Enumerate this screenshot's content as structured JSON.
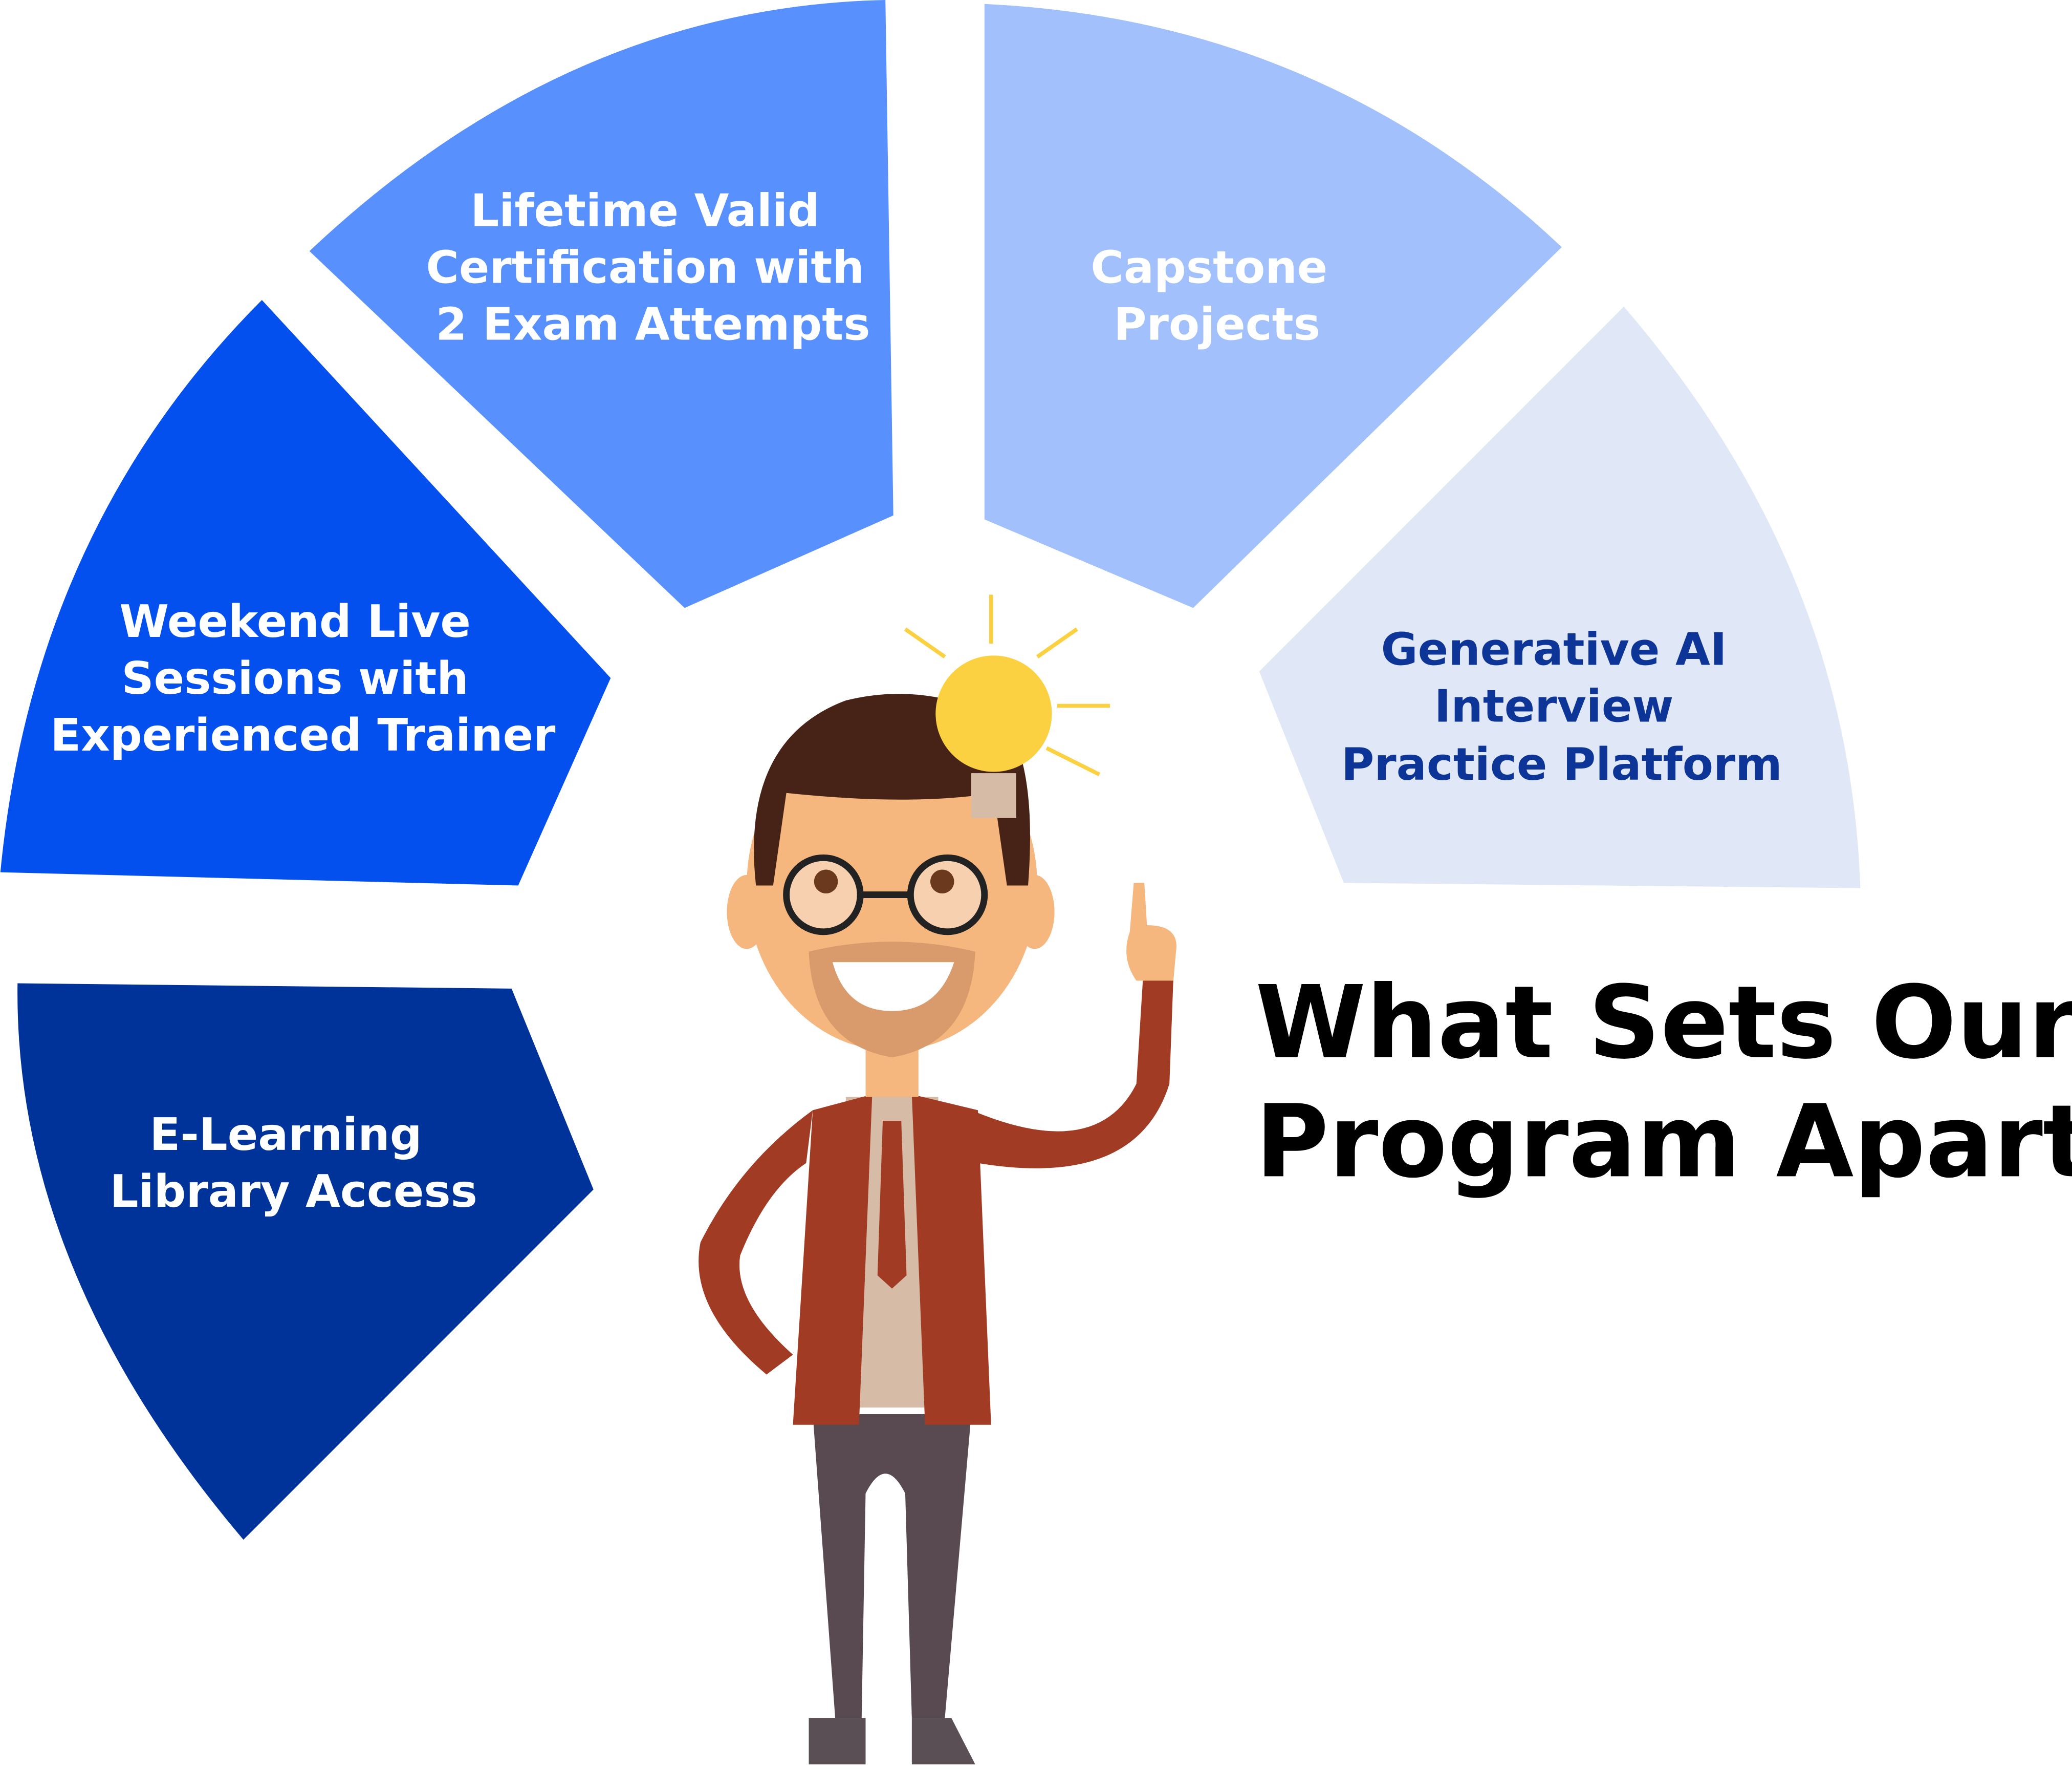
{
  "title": {
    "line1": "What Sets Our",
    "line2": "Program Apart?"
  },
  "segments": [
    {
      "id": "e-learning",
      "lines": [
        "E-Learning",
        "Library Access"
      ],
      "color": "#00339A",
      "text_color": "#FFFFFF"
    },
    {
      "id": "weekend-live",
      "lines": [
        "Weekend Live",
        "Sessions with",
        "Experienced Trainer"
      ],
      "color": "#0450EE",
      "text_color": "#FFFFFF"
    },
    {
      "id": "lifetime-cert",
      "lines": [
        "Lifetime Valid",
        "Certification with",
        "2 Exam Attempts"
      ],
      "color": "#5890FE",
      "text_color": "#FFFFFF"
    },
    {
      "id": "capstone",
      "lines": [
        "Capstone",
        "Projects"
      ],
      "color": "#A1C0FC",
      "text_color": "#FFFFFF"
    },
    {
      "id": "gen-ai",
      "lines": [
        "Generative AI",
        "Interview",
        "Practice Platform"
      ],
      "color": "#E0E8F8",
      "text_color": "#0D3497"
    }
  ],
  "illustration": "teacher-with-lightbulb"
}
